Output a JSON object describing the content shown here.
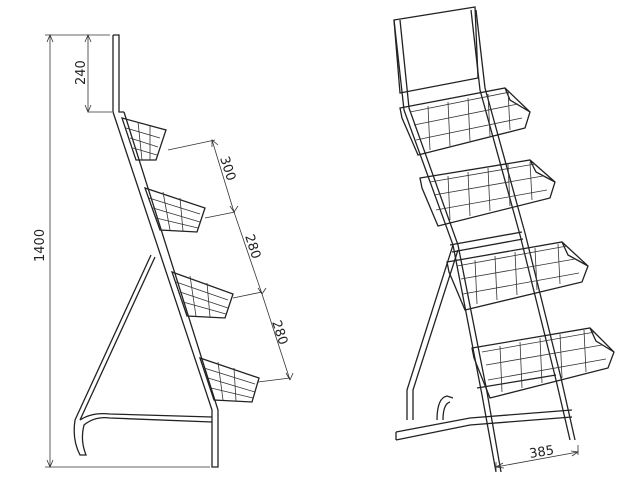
{
  "dimensions": {
    "top_sign_height": "240",
    "total_height": "1400",
    "shelf_gap_1": "300",
    "shelf_gap_2": "280",
    "shelf_gap_3": "280",
    "base_width": "385"
  }
}
